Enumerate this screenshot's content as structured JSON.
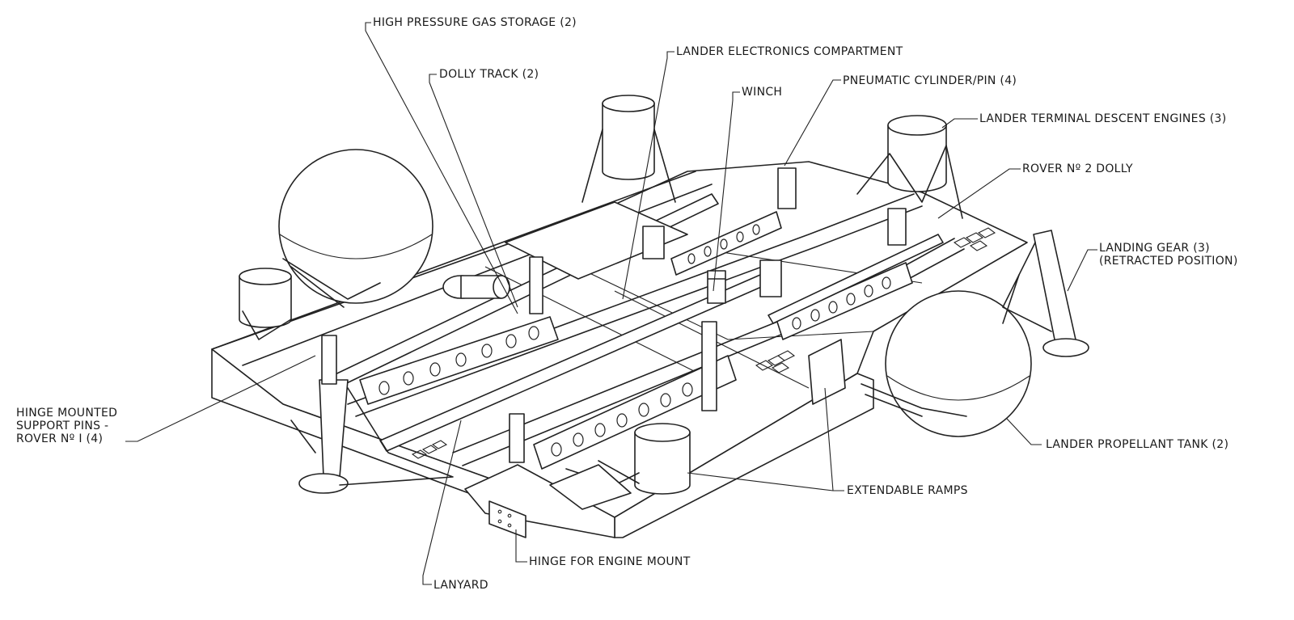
{
  "labels": {
    "gas_storage": "HIGH PRESSURE GAS STORAGE (2)",
    "dolly_track": "DOLLY TRACK (2)",
    "electronics": "LANDER ELECTRONICS COMPARTMENT",
    "winch": "WINCH",
    "pneumatic": "PNEUMATIC CYLINDER/PIN (4)",
    "descent_engines": "LANDER TERMINAL DESCENT ENGINES (3)",
    "rover2_dolly": "ROVER Nº 2 DOLLY",
    "landing_gear_1": "LANDING GEAR (3)",
    "landing_gear_2": "(RETRACTED POSITION)",
    "hinge_pins_1": "HINGE MOUNTED",
    "hinge_pins_2": "SUPPORT PINS -",
    "hinge_pins_3": "ROVER Nº I (4)",
    "propellant_tank": "LANDER PROPELLANT TANK (2)",
    "ramps": "EXTENDABLE RAMPS",
    "hinge_engine": "HINGE FOR ENGINE MOUNT",
    "lanyard": "LANYARD"
  }
}
